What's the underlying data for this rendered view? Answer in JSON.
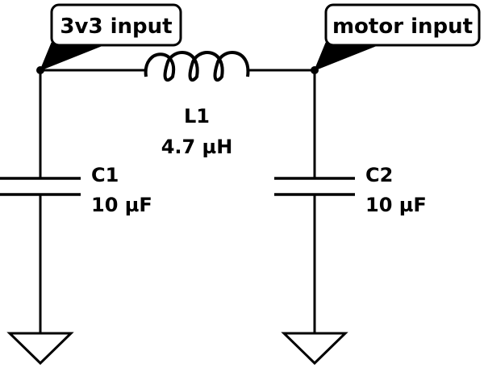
{
  "net_labels": {
    "left": "3v3 input",
    "right": "motor input"
  },
  "components": {
    "L1": {
      "ref": "L1",
      "value": "4.7 µH"
    },
    "C1": {
      "ref": "C1",
      "value": "10 µF"
    },
    "C2": {
      "ref": "C2",
      "value": "10 µF"
    }
  },
  "symbols": {
    "inductor": "inductor-symbol",
    "capacitor": "capacitor-symbol",
    "ground": "ground-symbol",
    "junction": "junction-dot"
  }
}
